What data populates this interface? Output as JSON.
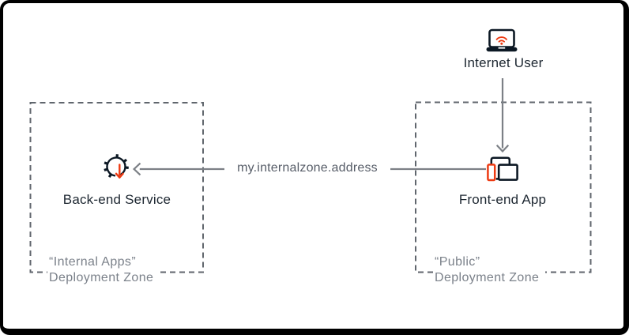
{
  "diagram": {
    "title_hint": "service connectivity diagram",
    "nodes": {
      "internet_user": {
        "label": "Internet User",
        "icon": "laptop-wifi-icon"
      },
      "front_end_app": {
        "label": "Front-end App",
        "icon": "devices-icon"
      },
      "back_end_service": {
        "label": "Back-end Service",
        "icon": "service-gear-icon"
      }
    },
    "connectors": {
      "user_to_frontend": {
        "type": "arrow-down"
      },
      "frontend_to_backend": {
        "type": "arrow-left",
        "label": "my.internalzone.address"
      }
    },
    "zones": {
      "internal": {
        "quote_line": "“Internal Apps”",
        "zone_line": "Deployment Zone"
      },
      "public": {
        "quote_line": "“Public”",
        "zone_line": "Deployment Zone"
      }
    },
    "colors": {
      "ink": "#0c1824",
      "accent_red": "#ed3a12",
      "connector_gray": "#7c8086",
      "dash_gray": "#60666d",
      "zone_text": "#7b818a",
      "address_text": "#575d68",
      "node_text": "#1d2731",
      "background": "#ffffff",
      "frame_border": "#000000"
    }
  }
}
